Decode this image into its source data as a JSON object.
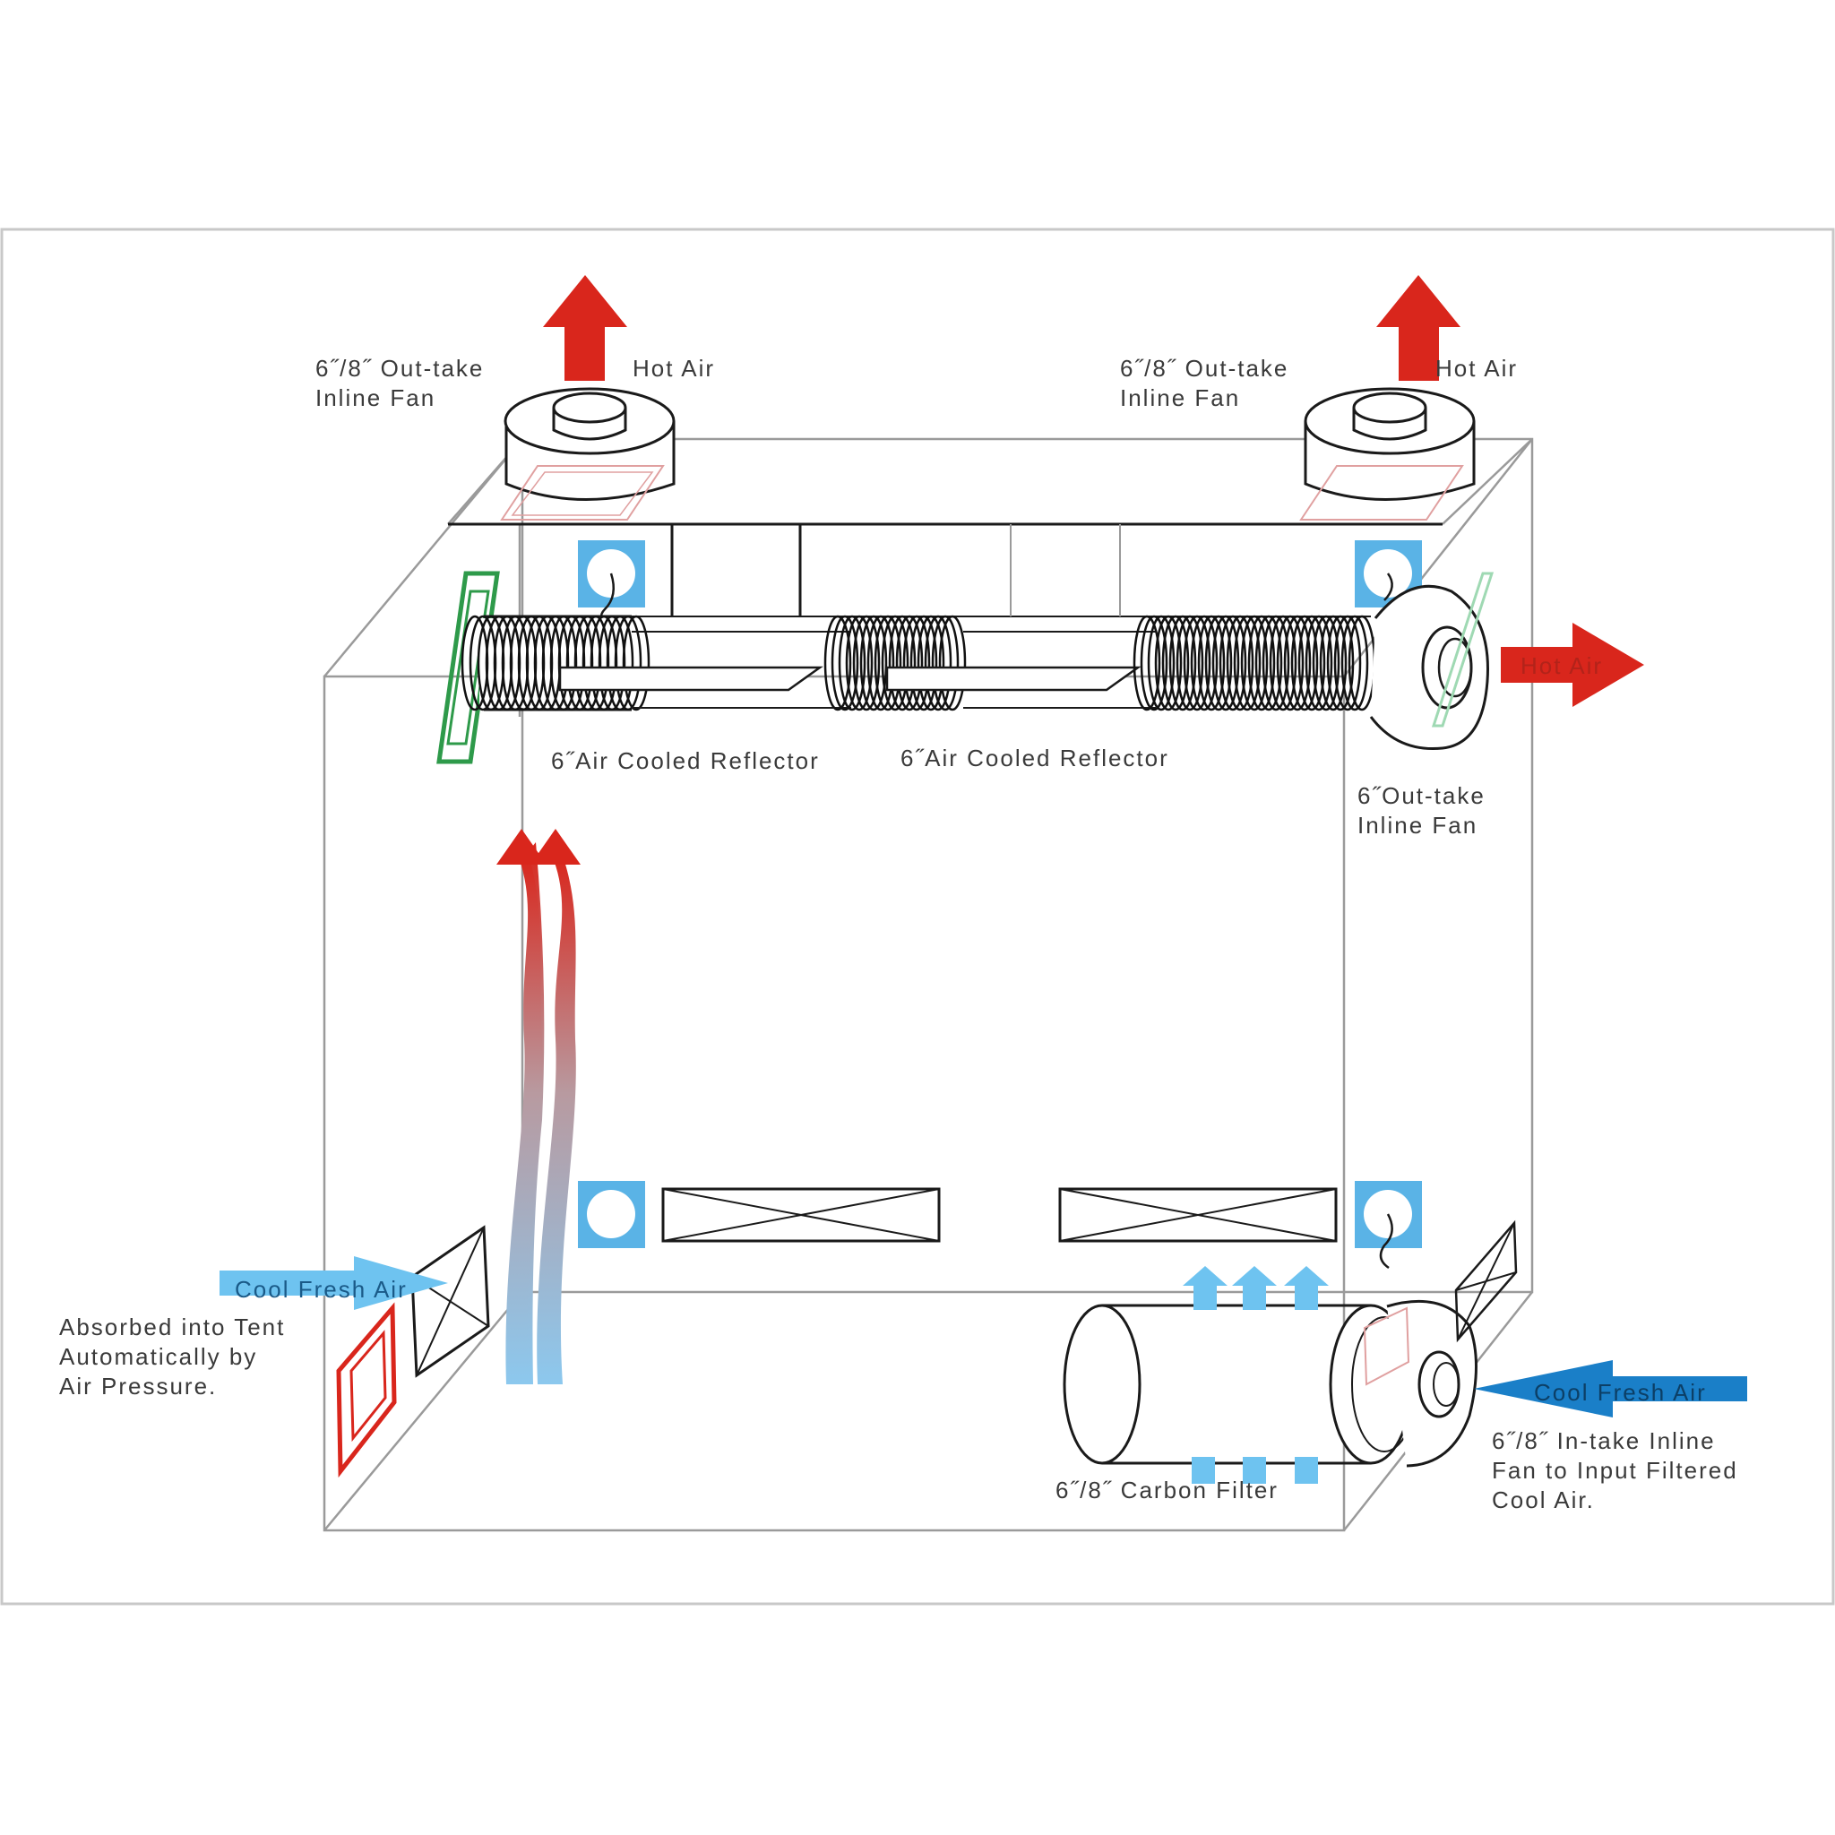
{
  "colors": {
    "hot": "#d9261c",
    "cool": "#6ec3f0",
    "intake_blue": "#1a7fc8",
    "socket_blue": "#5ab3e6",
    "duct_port_red": "#d9261c",
    "duct_port_green": "#2e9a4a"
  },
  "labels": {
    "top_left_fan": [
      "6˝/8˝ Out-take",
      "Inline Fan"
    ],
    "top_left_hot": "Hot Air",
    "top_right_fan": [
      "6˝/8˝ Out-take",
      "Inline Fan"
    ],
    "top_right_hot": "Hot Air",
    "side_hot": "Hot Air",
    "reflector_left": "6˝Air Cooled Reflector",
    "reflector_right": "6˝Air Cooled Reflector",
    "side_fan": [
      "6˝Out-take",
      "Inline Fan"
    ],
    "cool_fresh_left": "Cool Fresh Air",
    "absorbed": [
      "Absorbed into Tent",
      "Automatically by",
      "Air Pressure."
    ],
    "cool_fresh_right": "Cool Fresh Air",
    "intake_fan": [
      "6˝/8˝ In-take Inline",
      "Fan to Input Filtered",
      "Cool Air."
    ],
    "carbon_filter": "6˝/8˝ Carbon Filter"
  },
  "icons": {
    "up_arrow": "hot-air-up-arrow-icon",
    "right_arrow": "hot-air-right-arrow-icon",
    "fan": "inline-fan-icon",
    "socket": "power-socket-icon",
    "vent": "vent-port-icon"
  }
}
